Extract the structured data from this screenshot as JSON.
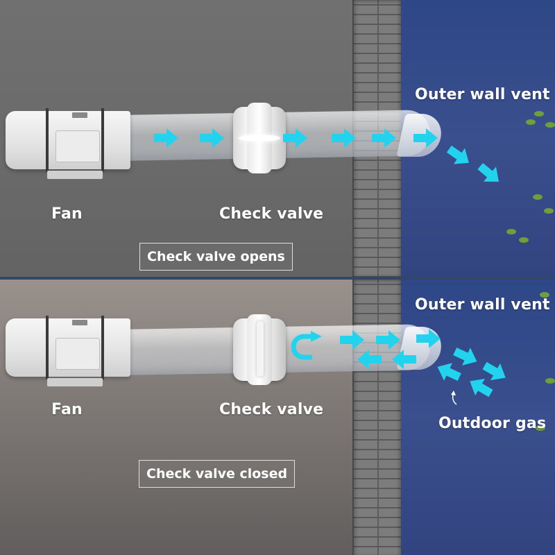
{
  "top_panel": {
    "fan_label": "Fan",
    "valve_label": "Check valve",
    "vent_label": "Outer wall vent",
    "caption": "Check valve opens"
  },
  "bottom_panel": {
    "fan_label": "Fan",
    "valve_label": "Check valve",
    "vent_label": "Outer wall vent",
    "gas_label": "Outdoor gas",
    "caption": "Check valve closed"
  },
  "colors": {
    "airflow_arrow": "#22d3ee",
    "outdoor_sky": "#34478a",
    "interior_wall": "#6b6b6b",
    "caption_border": "#e0e0e0"
  }
}
